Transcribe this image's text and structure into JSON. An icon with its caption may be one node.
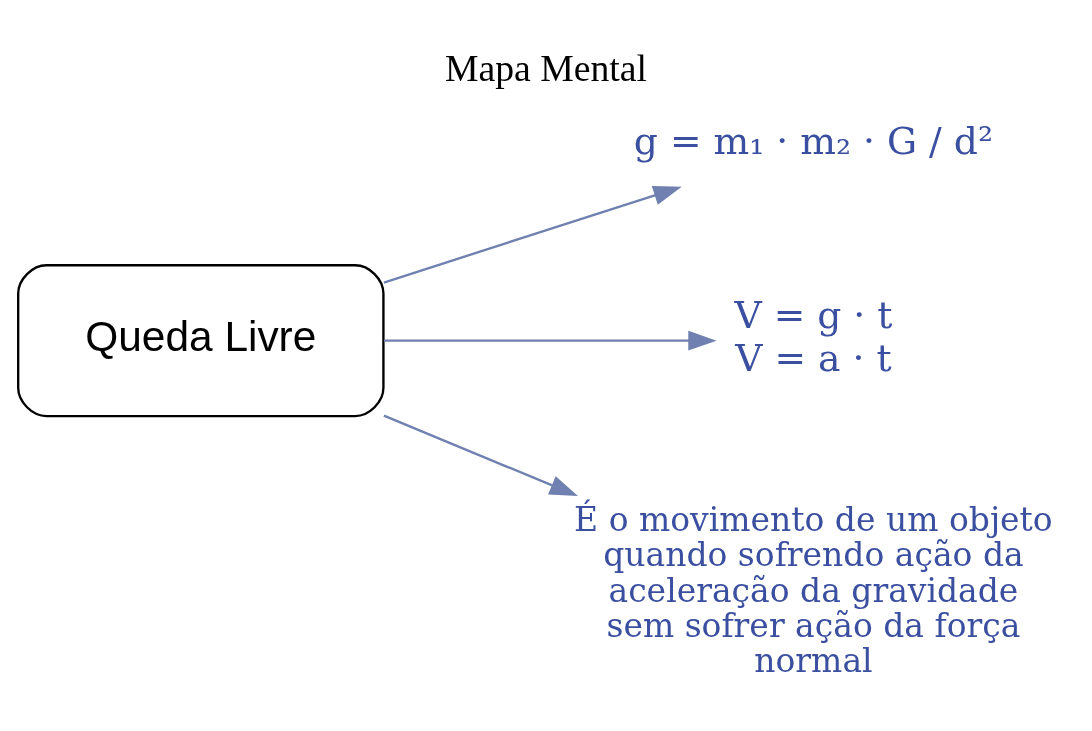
{
  "diagram": {
    "title": "Mapa Mental",
    "nodes": [
      {
        "text": [
          "Queda Livre"
        ]
      },
      {
        "text": [
          "g = m₁ · m₂ · G / d²"
        ]
      },
      {
        "text": [
          "V = g · t",
          "V = a · t"
        ]
      },
      {
        "text": [
          "É o movimento de um objeto quando sofrendo ação da aceleração da gravidade sem sofrer ação da força normal"
        ]
      }
    ],
    "edges": [
      {
        "from": 0,
        "to": 1,
        "arrow": "to"
      },
      {
        "from": 0,
        "to": 2,
        "arrow": "to"
      },
      {
        "from": 0,
        "to": 3,
        "arrow": "to"
      }
    ]
  }
}
